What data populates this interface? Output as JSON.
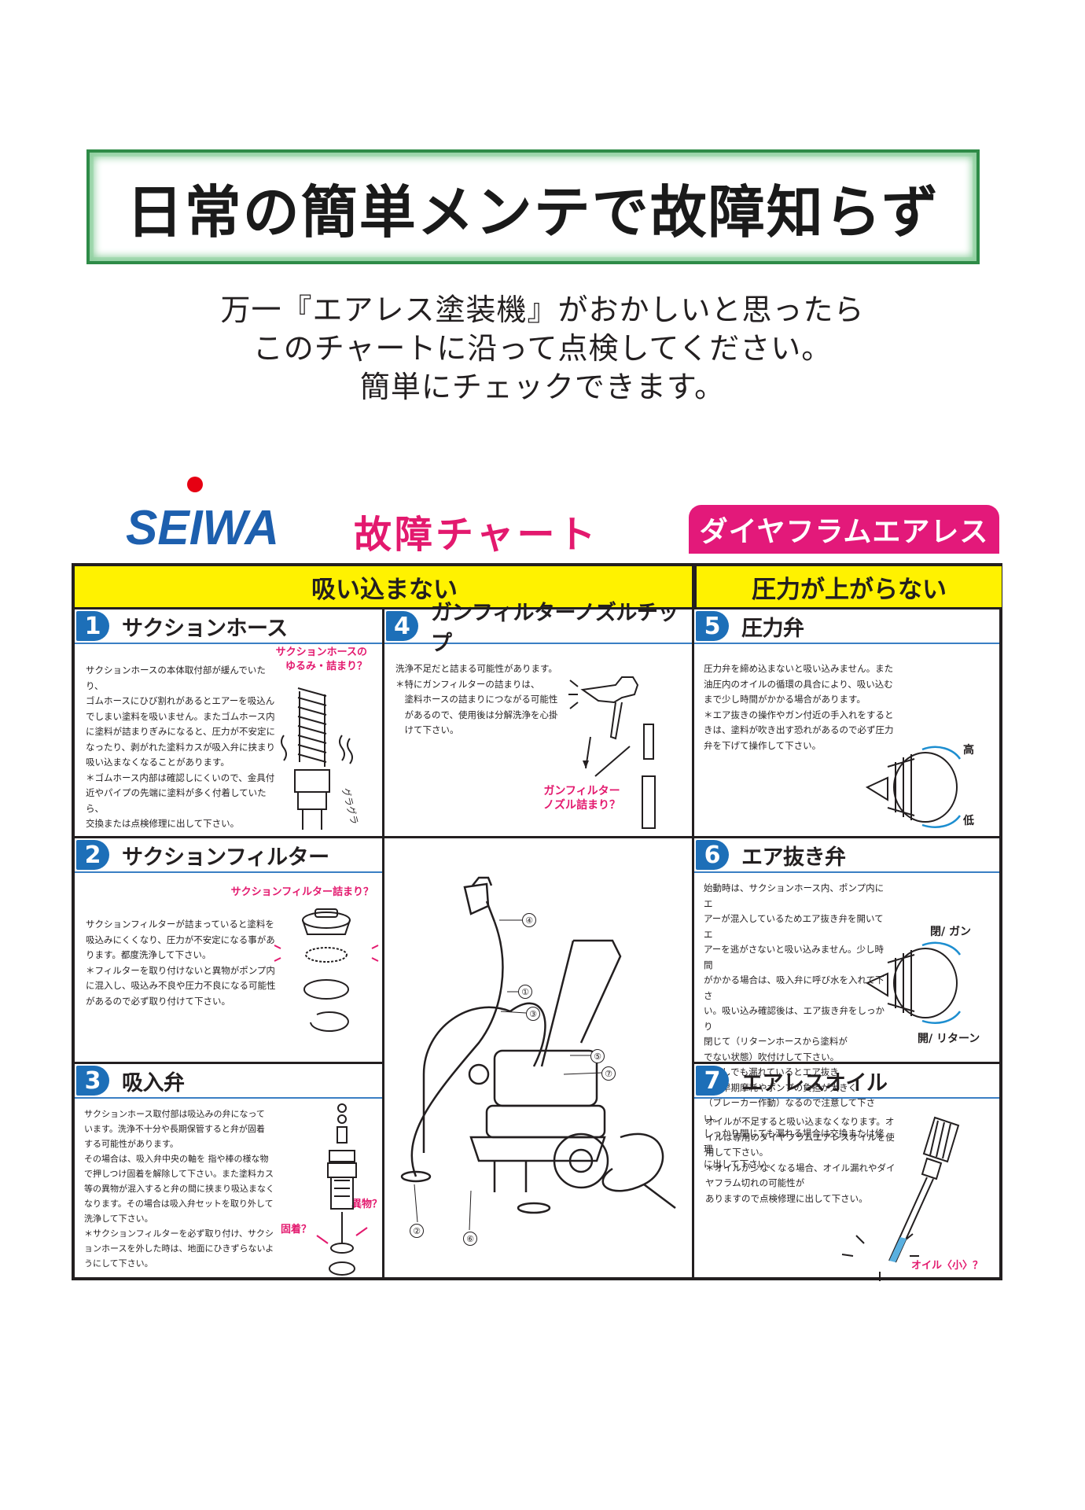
{
  "headline": "日常の簡単メンテで故障知らず",
  "intro": {
    "line1": "万一『エアレス塗装機』がおかしいと思ったら",
    "line2": "このチャートに沿って点検してください。",
    "line3": "簡単にチェックできます。"
  },
  "brand": {
    "logo_text": "SEIWA",
    "chart_title": "故障チャート",
    "product": "ダイヤフラムエアレス"
  },
  "columns": {
    "left": "吸い込まない",
    "right": "圧力が上がらない"
  },
  "sections": {
    "s1": {
      "num": "1",
      "title": "サクションホース",
      "text": "サクションホースの本体取付部が緩んでいたり、\nゴムホースにひび割れがあるとエアーを吸込ん\nでしまい塗料を吸いません。またゴムホース内\nに塗料が詰まりぎみになると、圧力が不安定に\nなったり、剥がれた塗料カスが吸入弁に挟まり\n吸い込まなくなることがあります。\n＊ゴムホース内部は確認しにくいので、金具付\n近やパイプの先端に塗料が多く付着していたら、\n交換または点検修理に出して下さい。",
      "callout": "サクションホースの\nゆるみ・詰まり？",
      "label": "グラグラ"
    },
    "s2": {
      "num": "2",
      "title": "サクションフィルター",
      "text": "サクションフィルターが詰まっていると塗料を\n吸込みにくくなり、圧力が不安定になる事があ\nります。都度洗浄して下さい。\n＊フィルターを取り付けないと異物がポンプ内\nに混入し、吸込み不良や圧力不良になる可能性\nがあるので必ず取り付けて下さい。",
      "callout": "サクションフィルター詰まり？"
    },
    "s3": {
      "num": "3",
      "title": "吸入弁",
      "text": "サクションホース取付部は吸込みの弁になって\nいます。洗浄不十分や長期保管すると弁が固着\nする可能性があります。\nその場合は、吸入弁中央の軸を 指や棒の様な物\nで押しつけ固着を解除して下さい。また塗料カス\n等の異物が混入すると弁の間に挟まり吸込まなく\nなります。その場合は吸入弁セットを取り外して\n洗浄して下さい。\n＊サクションフィルターを必ず取り付け、サクシ\nョンホースを外した時は、地面にひきずらないよ\nうにして下さい。",
      "callout_a": "固着？",
      "callout_b": "異物？"
    },
    "s4": {
      "num": "4",
      "title": "ガンフィルターノズルチップ",
      "text": "洗浄不足だと詰まる可能性があります。\n＊特にガンフィルターの詰まりは、\n　塗料ホースの詰まりにつながる可能性\n　があるので、使用後は分解洗浄を心掛\n　けて下さい。",
      "callout": "ガンフィルター\nノズル詰まり？"
    },
    "s5": {
      "num": "5",
      "title": "圧力弁",
      "text": "圧力弁を締め込まないと吸い込みません。また\n油圧内のオイルの循環の具合により、吸い込む\nまで少し時間がかかる場合があります。\n＊エア抜きの操作やガン付近の手入れをすると\nきは、塗料が吹き出す恐れがあるので必ず圧力\n弁を下げて操作して下さい。",
      "high": "高",
      "low": "低"
    },
    "s6": {
      "num": "6",
      "title": "エア抜き弁",
      "text": "始動時は、サクションホース内、ポンプ内にエ\nアーが混入しているためエア抜き弁を開いてエ\nアーを逃がさないと吸い込みません。少し時間\nがかかる場合は、吸入弁に呼び水を入れて下さ\nい。吸い込み確認後は、エア抜き弁をしっかり\n閉じて（リターンホースから塗料が\nでない状態）吹付けして下さい。\n＊少しでも漏れているとエア抜き\n弁の早期摩耗やポンプの負担が大きく\n（ブレーカー作動）なるので注意して下さい。\nしっかり閉じても漏れる場合は交換または修理\nに出して下さい。",
      "closed": "閉/ ガン",
      "open": "開/ リターン"
    },
    "s7": {
      "num": "7",
      "title": "エアレスオイル",
      "text": "オイルが不足すると吸い込まなくなります。オ\nイルは専用のダイヤフラムエアレスオイルを使\n用して下さい。\n＊オイルが少なくなる場合、オイル漏れやダイ\nヤフラム切れの可能性が\nありますので点検修理に出して下さい。",
      "callout": "オイル〈小〉？"
    }
  },
  "machine": {
    "callouts": [
      "①",
      "②",
      "③",
      "④",
      "⑤",
      "⑥",
      "⑦"
    ]
  },
  "colors": {
    "green": "#2e8b47",
    "pink": "#e3196e",
    "blue": "#1d6fb8",
    "yellow": "#fff200"
  }
}
